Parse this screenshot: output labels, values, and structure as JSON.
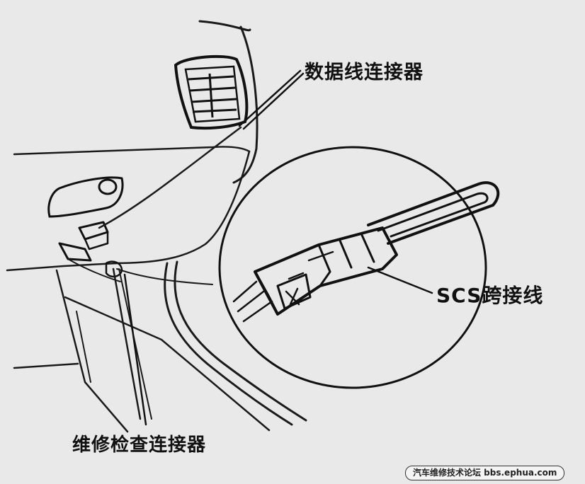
{
  "labels": {
    "data_connector": "数据线连接器",
    "scs_jumper": "SCS跨接线",
    "service_check_connector": "维修检查连接器"
  },
  "watermark": "汽车维修技术论坛 bbs.ephua.com",
  "colors": {
    "background": "#e9e9e9",
    "ink": "#111111"
  }
}
